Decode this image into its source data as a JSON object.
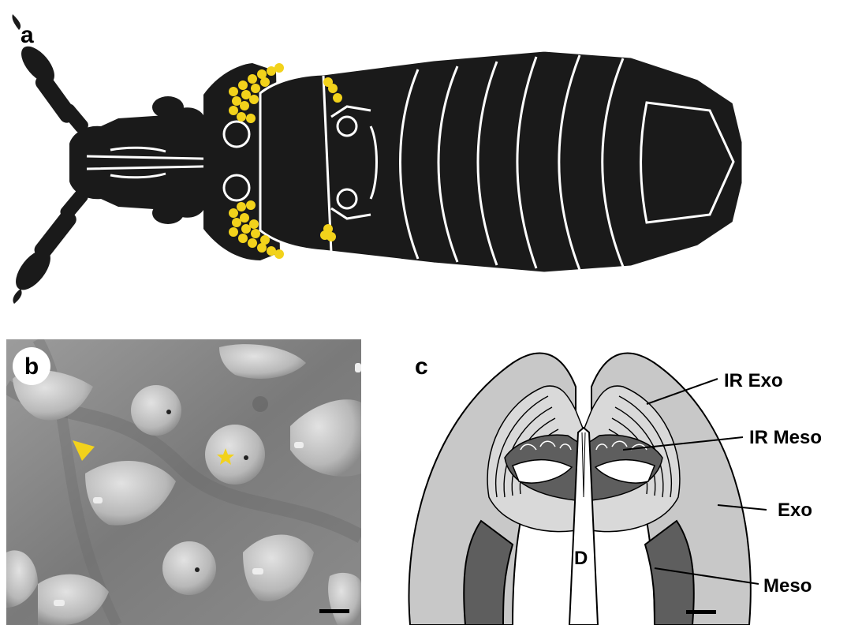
{
  "panel_a": {
    "letter": "a",
    "colors": {
      "body": "#1a1a1a",
      "outline": "#ffffff",
      "glands": "#f2d21b"
    }
  },
  "panel_b": {
    "letter": "b",
    "colors": {
      "marker": "#f2d21b",
      "scalebar": "#000000"
    }
  },
  "panel_c": {
    "letter": "c",
    "labels": {
      "ir_exo": "IR Exo",
      "ir_meso": "IR Meso",
      "exo": "Exo",
      "meso": "Meso",
      "duct": "D"
    },
    "colors": {
      "exo": "#c8c8c8",
      "meso": "#5e5e5e",
      "ir_exo": "#d9d9d9"
    }
  }
}
